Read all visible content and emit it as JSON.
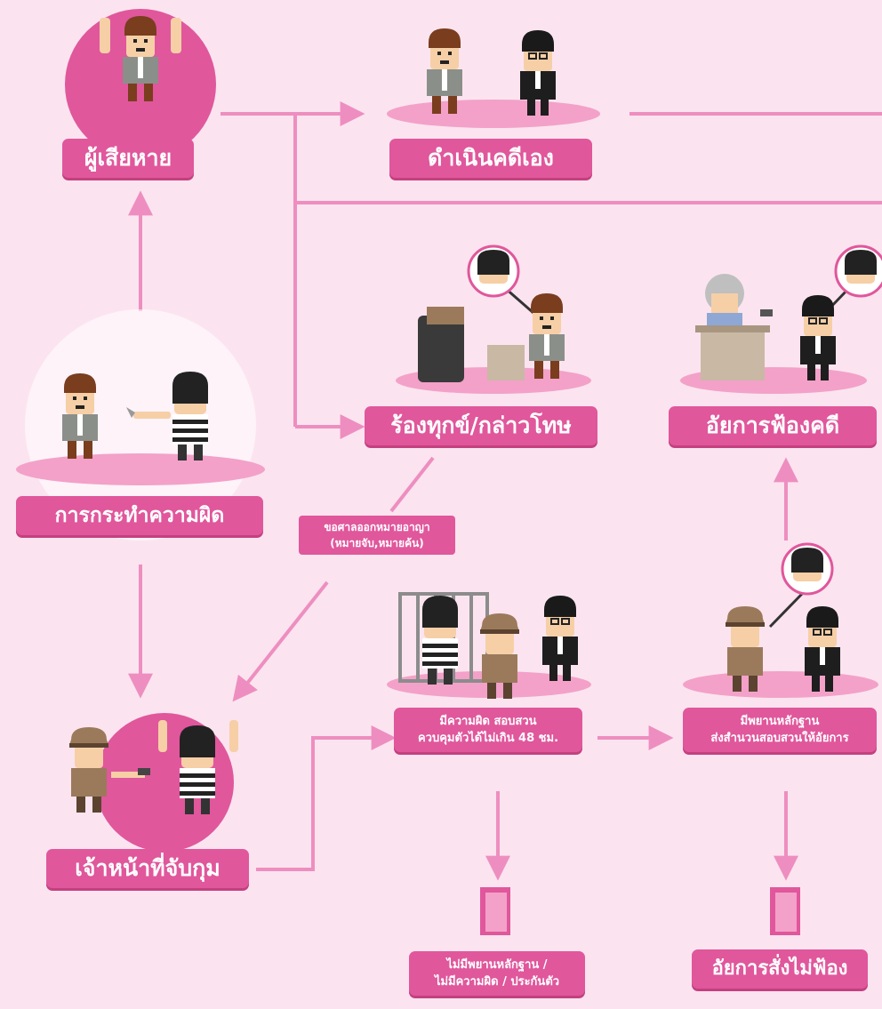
{
  "nodes": {
    "victim": "ผู้เสียหาย",
    "self_prosecute": "ดำเนินคดีเอง",
    "crime": "การกระทำความผิด",
    "complaint": "ร้องทุกข์/กล่าวโทษ",
    "prosecutor_sue": "อัยการฟ้องคดี",
    "warrant_line1": "ขอศาลออกหมายอาญา",
    "warrant_line2": "(หมายจับ,หมายค้น)",
    "guilty_line1": "มีความผิด สอบสวน",
    "guilty_line2": "ควบคุมตัวได้ไม่เกิน 48 ชม.",
    "evidence_line1": "มีพยานหลักฐาน",
    "evidence_line2": "ส่งสำนวนสอบสวนให้อัยการ",
    "arrest": "เจ้าหน้าที่จับกุม",
    "no_evidence_line1": "ไม่มีพยานหลักฐาน /",
    "no_evidence_line2": "ไม่มีความผิด / ประกันตัว",
    "no_prosecute": "อัยการสั่งไม่ฟ้อง"
  },
  "colors": {
    "background": "#fbe4ef",
    "accent": "#e0579c",
    "connector": "#ee8ec0",
    "platform": "#f3a1c8"
  }
}
